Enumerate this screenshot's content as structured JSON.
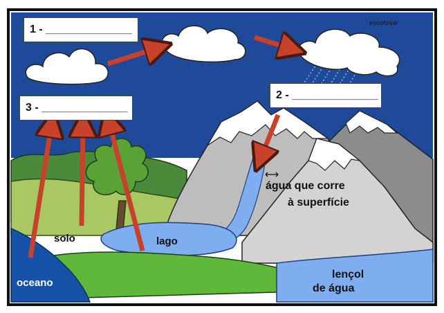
{
  "watermark": "escolovar",
  "boxes": {
    "box1": "1 - ______________",
    "box2": "2 - ______________",
    "box3": "3 - ______________"
  },
  "labels": {
    "runoff_line1": "água que corre",
    "runoff_line2": "à superfície",
    "soil": "solo",
    "lake": "lago",
    "ocean": "oceano",
    "groundwater_line1": "lençol",
    "groundwater_line2": "de água"
  },
  "colors": {
    "sky": "#1f4a99",
    "ocean": "#1552a8",
    "lake": "#7eaef0",
    "grass": "#5fb83a",
    "arrow": "#c8412a",
    "mountain": "#b9b9b9",
    "snow": "#ffffff"
  }
}
